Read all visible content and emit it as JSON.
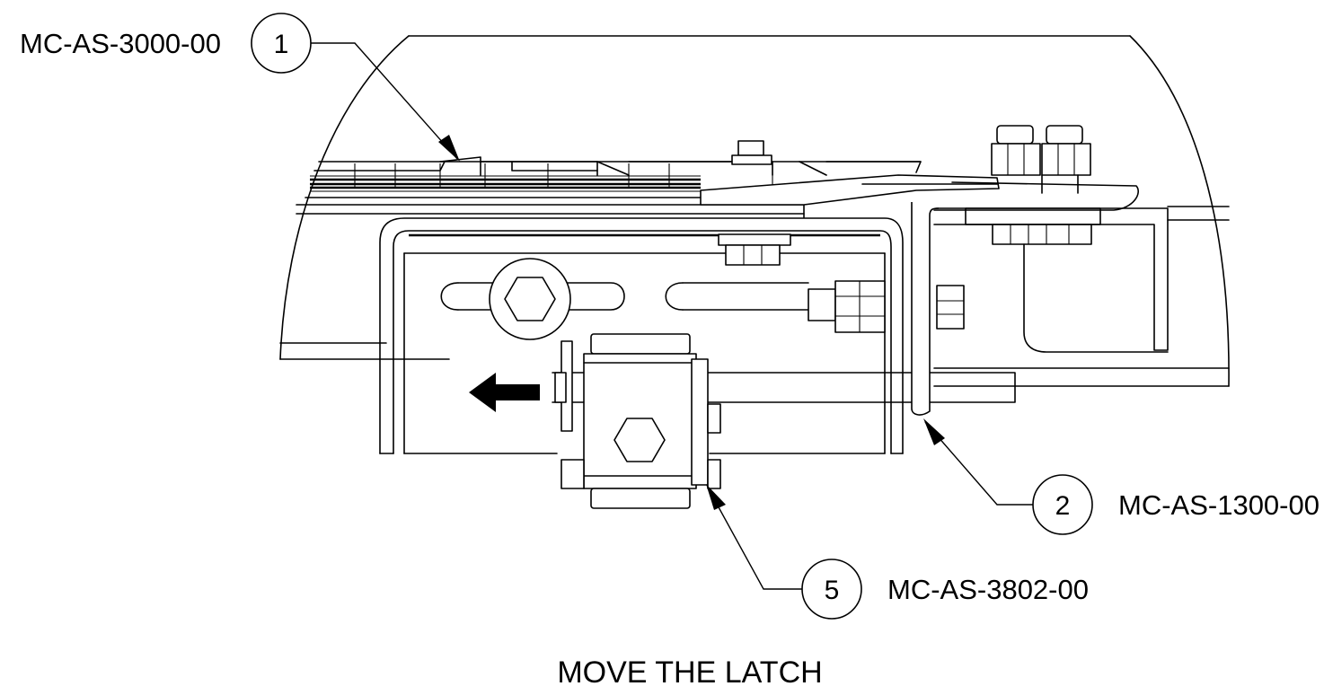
{
  "callouts": [
    {
      "number": "1",
      "part_number": "MC-AS-3000-00"
    },
    {
      "number": "2",
      "part_number": "MC-AS-1300-00"
    },
    {
      "number": "5",
      "part_number": "MC-AS-3802-00"
    }
  ],
  "caption": "MOVE THE LATCH",
  "direction_arrow": "left"
}
